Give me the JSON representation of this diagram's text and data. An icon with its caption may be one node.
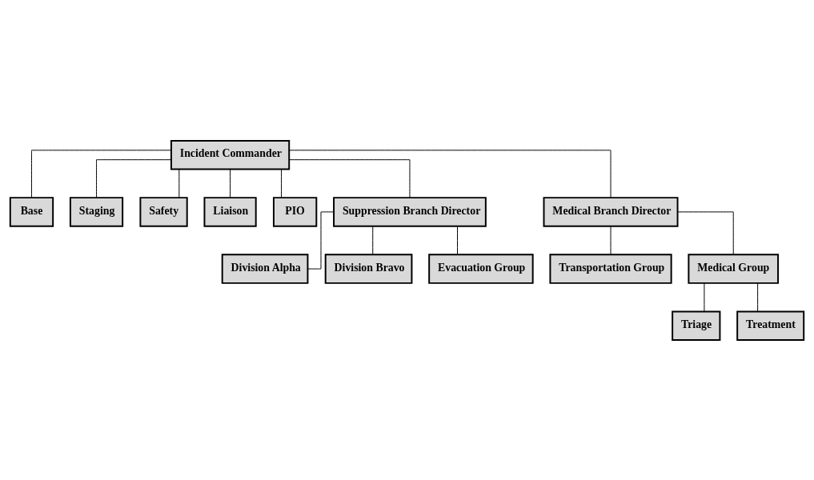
{
  "diagram": {
    "nodes": [
      {
        "text": [
          "Incident Commander"
        ]
      },
      {
        "text": [
          "Base"
        ]
      },
      {
        "text": [
          "Staging"
        ]
      },
      {
        "text": [
          "Safety"
        ]
      },
      {
        "text": [
          "Liaison"
        ]
      },
      {
        "text": [
          "PIO"
        ]
      },
      {
        "text": [
          "Suppression Branch Director"
        ]
      },
      {
        "text": [
          "Medical Branch Director"
        ]
      },
      {
        "text": [
          "Division Alpha"
        ]
      },
      {
        "text": [
          "Division Bravo"
        ]
      },
      {
        "text": [
          "Evacuation Group"
        ]
      },
      {
        "text": [
          "Transportation Group"
        ]
      },
      {
        "text": [
          "Medical Group"
        ]
      },
      {
        "text": [
          "Triage"
        ]
      },
      {
        "text": [
          "Treatment"
        ]
      }
    ],
    "edges": [
      {
        "from": 0,
        "to": 1,
        "arrow": "none"
      },
      {
        "from": 0,
        "to": 2,
        "arrow": "none"
      },
      {
        "from": 0,
        "to": 3,
        "arrow": "none"
      },
      {
        "from": 0,
        "to": 4,
        "arrow": "none"
      },
      {
        "from": 0,
        "to": 5,
        "arrow": "none"
      },
      {
        "from": 0,
        "to": 6,
        "arrow": "none"
      },
      {
        "from": 0,
        "to": 7,
        "arrow": "none"
      },
      {
        "from": 6,
        "to": 8,
        "arrow": "none"
      },
      {
        "from": 6,
        "to": 9,
        "arrow": "none"
      },
      {
        "from": 6,
        "to": 10,
        "arrow": "none"
      },
      {
        "from": 7,
        "to": 11,
        "arrow": "none"
      },
      {
        "from": 7,
        "to": 12,
        "arrow": "none"
      },
      {
        "from": 12,
        "to": 13,
        "arrow": "none"
      },
      {
        "from": 12,
        "to": 14,
        "arrow": "none"
      }
    ]
  }
}
